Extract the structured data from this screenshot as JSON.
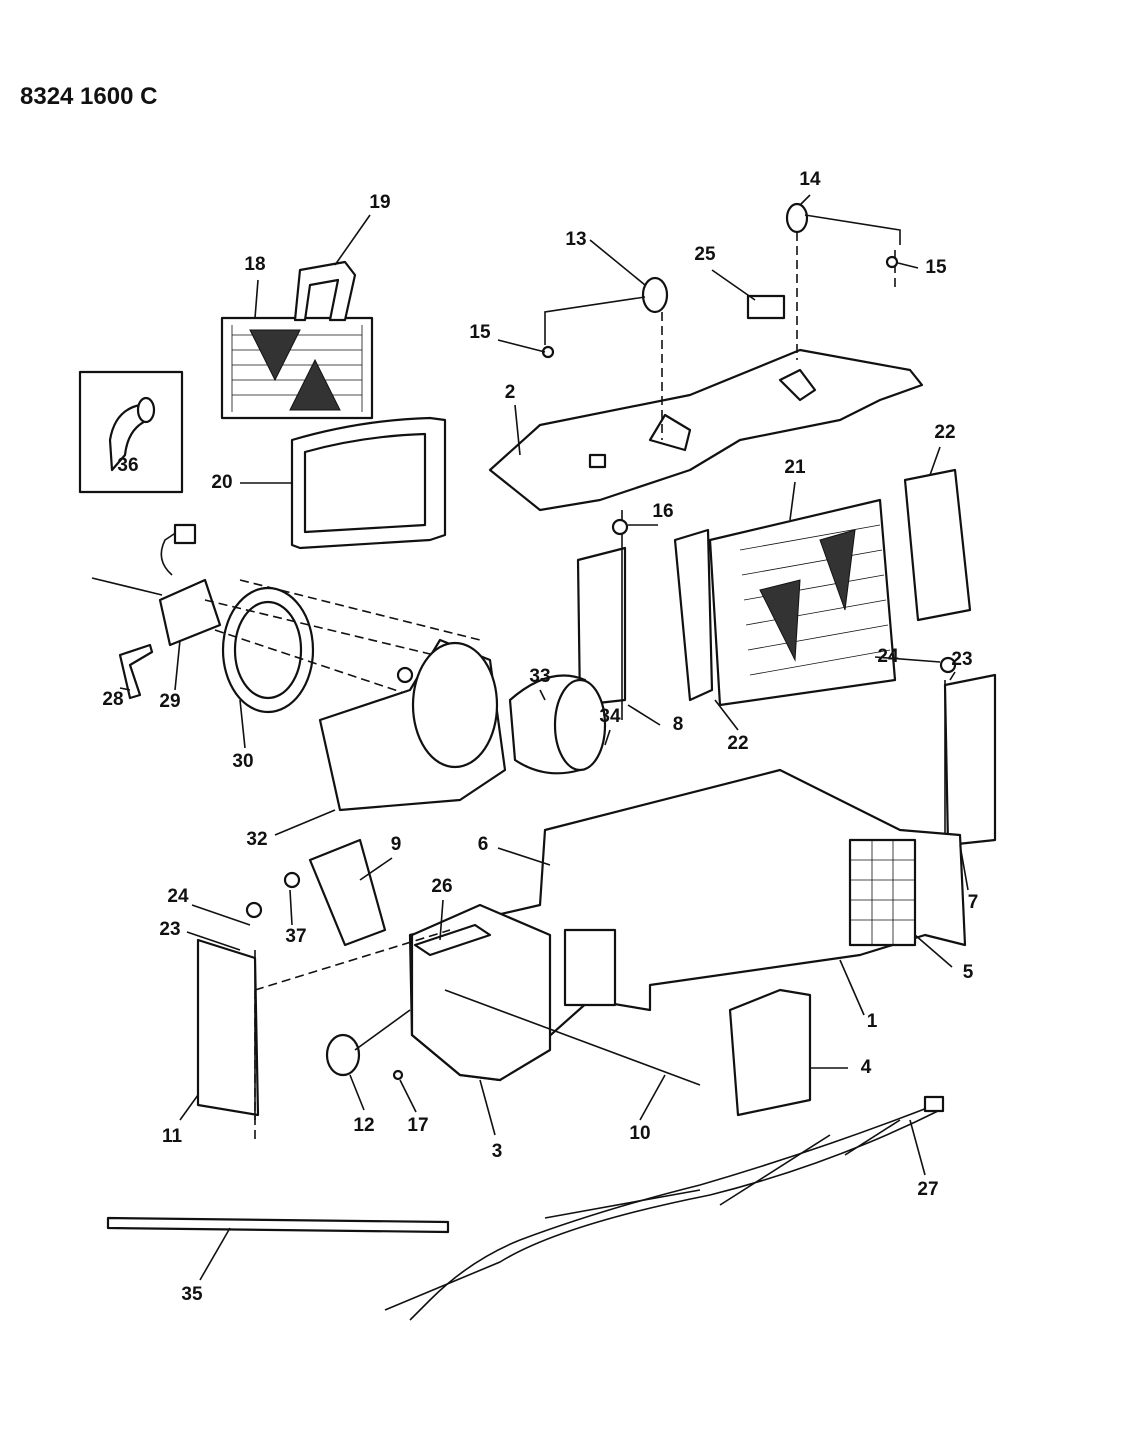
{
  "header": {
    "diagram_number": "8324 1600 C"
  },
  "callouts": {
    "c1": "1",
    "c2": "2",
    "c3": "3",
    "c4": "4",
    "c5": "5",
    "c6": "6",
    "c7": "7",
    "c8": "8",
    "c9": "9",
    "c10": "10",
    "c11": "11",
    "c12": "12",
    "c13": "13",
    "c14": "14",
    "c15a": "15",
    "c15b": "15",
    "c16": "16",
    "c17": "17",
    "c18": "18",
    "c19": "19",
    "c20": "20",
    "c21": "21",
    "c22a": "22",
    "c22b": "22",
    "c23a": "23",
    "c23b": "23",
    "c24a": "24",
    "c24b": "24",
    "c25": "25",
    "c26": "26",
    "c27": "27",
    "c28": "28",
    "c29": "29",
    "c30": "30",
    "c32": "32",
    "c33": "33",
    "c34": "34",
    "c35": "35",
    "c36": "36",
    "c37": "37"
  }
}
